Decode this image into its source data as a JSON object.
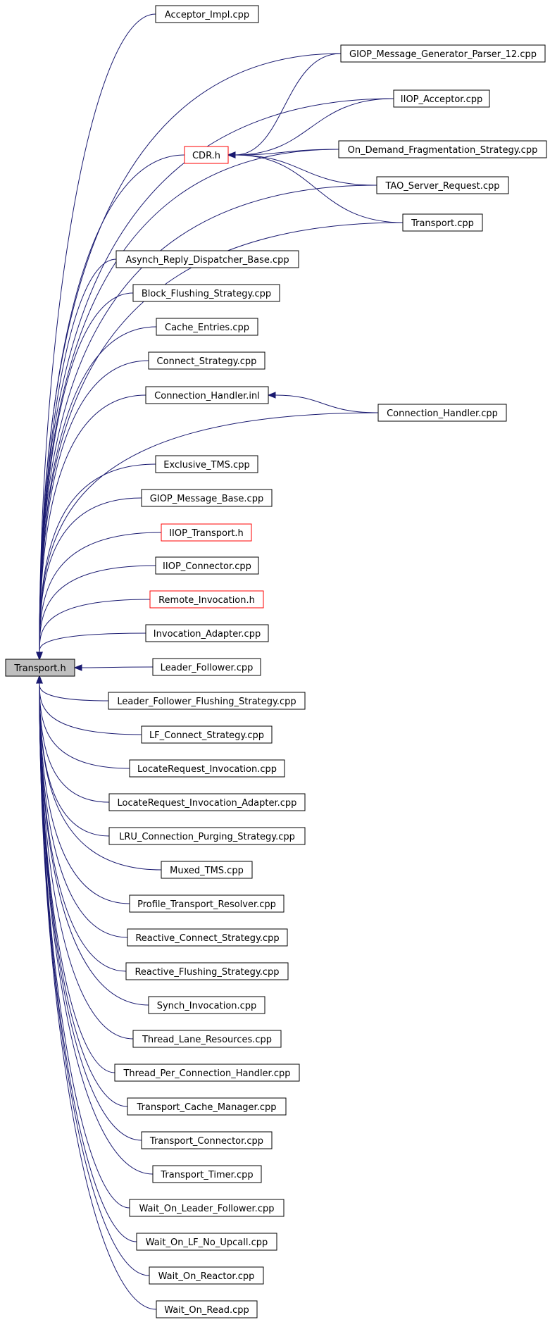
{
  "graph": {
    "root": "Transport.h",
    "edge_color": "#191970",
    "highlight_color": "#ff0000",
    "root_fill": "#bfbfbf",
    "nodes": [
      {
        "id": "transport_h",
        "label": "Transport.h",
        "style": "root"
      },
      {
        "id": "acceptor_impl",
        "label": "Acceptor_Impl.cpp",
        "style": "normal"
      },
      {
        "id": "giop_mgp12",
        "label": "GIOP_Message_Generator_Parser_12.cpp",
        "style": "normal"
      },
      {
        "id": "iiop_acceptor",
        "label": "IIOP_Acceptor.cpp",
        "style": "normal"
      },
      {
        "id": "cdr_h",
        "label": "CDR.h",
        "style": "red"
      },
      {
        "id": "on_demand",
        "label": "On_Demand_Fragmentation_Strategy.cpp",
        "style": "normal"
      },
      {
        "id": "tao_server_request",
        "label": "TAO_Server_Request.cpp",
        "style": "normal"
      },
      {
        "id": "transport_cpp",
        "label": "Transport.cpp",
        "style": "normal"
      },
      {
        "id": "asynch_reply",
        "label": "Asynch_Reply_Dispatcher_Base.cpp",
        "style": "normal"
      },
      {
        "id": "block_flushing",
        "label": "Block_Flushing_Strategy.cpp",
        "style": "normal"
      },
      {
        "id": "cache_entries",
        "label": "Cache_Entries.cpp",
        "style": "normal"
      },
      {
        "id": "connect_strategy",
        "label": "Connect_Strategy.cpp",
        "style": "normal"
      },
      {
        "id": "connection_handler_inl",
        "label": "Connection_Handler.inl",
        "style": "normal"
      },
      {
        "id": "connection_handler_cpp",
        "label": "Connection_Handler.cpp",
        "style": "normal"
      },
      {
        "id": "exclusive_tms",
        "label": "Exclusive_TMS.cpp",
        "style": "normal"
      },
      {
        "id": "giop_message_base",
        "label": "GIOP_Message_Base.cpp",
        "style": "normal"
      },
      {
        "id": "iiop_transport_h",
        "label": "IIOP_Transport.h",
        "style": "red"
      },
      {
        "id": "iiop_connector",
        "label": "IIOP_Connector.cpp",
        "style": "normal"
      },
      {
        "id": "remote_invocation_h",
        "label": "Remote_Invocation.h",
        "style": "red"
      },
      {
        "id": "invocation_adapter",
        "label": "Invocation_Adapter.cpp",
        "style": "normal"
      },
      {
        "id": "leader_follower",
        "label": "Leader_Follower.cpp",
        "style": "normal"
      },
      {
        "id": "lf_flushing",
        "label": "Leader_Follower_Flushing_Strategy.cpp",
        "style": "normal"
      },
      {
        "id": "lf_connect",
        "label": "LF_Connect_Strategy.cpp",
        "style": "normal"
      },
      {
        "id": "locate_request_inv",
        "label": "LocateRequest_Invocation.cpp",
        "style": "normal"
      },
      {
        "id": "locate_request_adapter",
        "label": "LocateRequest_Invocation_Adapter.cpp",
        "style": "normal"
      },
      {
        "id": "lru_purging",
        "label": "LRU_Connection_Purging_Strategy.cpp",
        "style": "normal"
      },
      {
        "id": "muxed_tms",
        "label": "Muxed_TMS.cpp",
        "style": "normal"
      },
      {
        "id": "profile_transport_resolver",
        "label": "Profile_Transport_Resolver.cpp",
        "style": "normal"
      },
      {
        "id": "reactive_connect",
        "label": "Reactive_Connect_Strategy.cpp",
        "style": "normal"
      },
      {
        "id": "reactive_flushing",
        "label": "Reactive_Flushing_Strategy.cpp",
        "style": "normal"
      },
      {
        "id": "synch_invocation",
        "label": "Synch_Invocation.cpp",
        "style": "normal"
      },
      {
        "id": "thread_lane",
        "label": "Thread_Lane_Resources.cpp",
        "style": "normal"
      },
      {
        "id": "thread_per_conn",
        "label": "Thread_Per_Connection_Handler.cpp",
        "style": "normal"
      },
      {
        "id": "transport_cache_mgr",
        "label": "Transport_Cache_Manager.cpp",
        "style": "normal"
      },
      {
        "id": "transport_connector",
        "label": "Transport_Connector.cpp",
        "style": "normal"
      },
      {
        "id": "transport_timer",
        "label": "Transport_Timer.cpp",
        "style": "normal"
      },
      {
        "id": "wait_lf",
        "label": "Wait_On_Leader_Follower.cpp",
        "style": "normal"
      },
      {
        "id": "wait_lf_noupcall",
        "label": "Wait_On_LF_No_Upcall.cpp",
        "style": "normal"
      },
      {
        "id": "wait_reactor",
        "label": "Wait_On_Reactor.cpp",
        "style": "normal"
      },
      {
        "id": "wait_read",
        "label": "Wait_On_Read.cpp",
        "style": "normal"
      }
    ],
    "edges": [
      {
        "from": "acceptor_impl",
        "to": "transport_h"
      },
      {
        "from": "giop_mgp12",
        "to": "transport_h"
      },
      {
        "from": "iiop_acceptor",
        "to": "transport_h"
      },
      {
        "from": "cdr_h",
        "to": "transport_h"
      },
      {
        "from": "on_demand",
        "to": "transport_h"
      },
      {
        "from": "tao_server_request",
        "to": "transport_h"
      },
      {
        "from": "transport_cpp",
        "to": "transport_h"
      },
      {
        "from": "giop_mgp12",
        "to": "cdr_h"
      },
      {
        "from": "iiop_acceptor",
        "to": "cdr_h"
      },
      {
        "from": "on_demand",
        "to": "cdr_h"
      },
      {
        "from": "tao_server_request",
        "to": "cdr_h"
      },
      {
        "from": "transport_cpp",
        "to": "cdr_h"
      },
      {
        "from": "asynch_reply",
        "to": "transport_h"
      },
      {
        "from": "block_flushing",
        "to": "transport_h"
      },
      {
        "from": "cache_entries",
        "to": "transport_h"
      },
      {
        "from": "connect_strategy",
        "to": "transport_h"
      },
      {
        "from": "connection_handler_inl",
        "to": "transport_h"
      },
      {
        "from": "connection_handler_cpp",
        "to": "connection_handler_inl"
      },
      {
        "from": "connection_handler_cpp",
        "to": "transport_h"
      },
      {
        "from": "exclusive_tms",
        "to": "transport_h"
      },
      {
        "from": "giop_message_base",
        "to": "transport_h"
      },
      {
        "from": "iiop_transport_h",
        "to": "transport_h"
      },
      {
        "from": "iiop_connector",
        "to": "transport_h"
      },
      {
        "from": "remote_invocation_h",
        "to": "transport_h"
      },
      {
        "from": "invocation_adapter",
        "to": "transport_h"
      },
      {
        "from": "leader_follower",
        "to": "transport_h"
      },
      {
        "from": "lf_flushing",
        "to": "transport_h"
      },
      {
        "from": "lf_connect",
        "to": "transport_h"
      },
      {
        "from": "locate_request_inv",
        "to": "transport_h"
      },
      {
        "from": "locate_request_adapter",
        "to": "transport_h"
      },
      {
        "from": "lru_purging",
        "to": "transport_h"
      },
      {
        "from": "muxed_tms",
        "to": "transport_h"
      },
      {
        "from": "profile_transport_resolver",
        "to": "transport_h"
      },
      {
        "from": "reactive_connect",
        "to": "transport_h"
      },
      {
        "from": "reactive_flushing",
        "to": "transport_h"
      },
      {
        "from": "synch_invocation",
        "to": "transport_h"
      },
      {
        "from": "thread_lane",
        "to": "transport_h"
      },
      {
        "from": "thread_per_conn",
        "to": "transport_h"
      },
      {
        "from": "transport_cache_mgr",
        "to": "transport_h"
      },
      {
        "from": "transport_connector",
        "to": "transport_h"
      },
      {
        "from": "transport_timer",
        "to": "transport_h"
      },
      {
        "from": "wait_lf",
        "to": "transport_h"
      },
      {
        "from": "wait_lf_noupcall",
        "to": "transport_h"
      },
      {
        "from": "wait_reactor",
        "to": "transport_h"
      },
      {
        "from": "wait_read",
        "to": "transport_h"
      }
    ]
  }
}
